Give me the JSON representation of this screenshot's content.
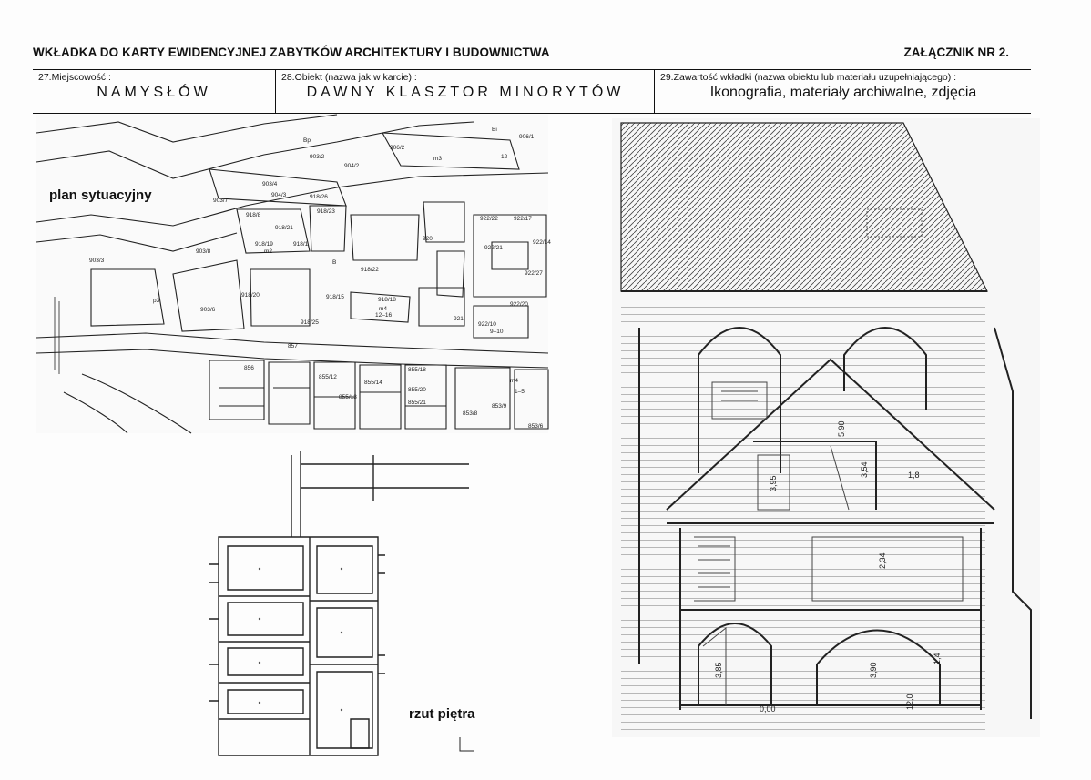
{
  "header": {
    "title": "WKŁADKA DO KARTY EWIDENCYJNEJ ZABYTKÓW ARCHITEKTURY I BUDOWNICTWA",
    "annex": "ZAŁĄCZNIK NR  2."
  },
  "fields": [
    {
      "label": "27.Miejscowość  :",
      "value": "NAMYSŁÓW"
    },
    {
      "label": "28.Obiekt (nazwa jak w karcie)  :",
      "value": "DAWNY  KLASZTOR  MINORYTÓW"
    },
    {
      "label": "29.Zawartość wkładki (nazwa obiektu lub materiału uzupełniającego)  :",
      "value": "Ikonografia, materiały archiwalne, zdjęcia"
    }
  ],
  "captions": {
    "site_plan": "plan sytuacyjny",
    "floor_plan": "rzut piętra"
  },
  "site_plan_labels": {
    "parcels": [
      "906/2",
      "906/1",
      "903/2",
      "904/2",
      "903/4",
      "904/3",
      "903/7",
      "918/8",
      "918/22",
      "918/23",
      "918/21",
      "918/19",
      "918/20",
      "918/1",
      "918/15",
      "918/18",
      "918/25",
      "918/26",
      "922/22",
      "922/17",
      "922/14",
      "922/21",
      "922/27",
      "922/20",
      "922/10",
      "855/12",
      "855/13",
      "855/14",
      "855/18",
      "855/20",
      "855/21",
      "853/8",
      "853/9",
      "853/6",
      "857",
      "856",
      "903/3",
      "903/8",
      "903/6"
    ],
    "codes": [
      "m3",
      "m2",
      "m4",
      "B",
      "Bi",
      "Bp",
      "p3",
      "920",
      "921",
      "12–16",
      "1–5",
      "9–10"
    ]
  },
  "section_dimensions": [
    "5,90",
    "3,54",
    "2,34",
    "3,95",
    "3,85",
    "3,90",
    "1,4",
    "12,0",
    "0,00",
    "1,8"
  ]
}
